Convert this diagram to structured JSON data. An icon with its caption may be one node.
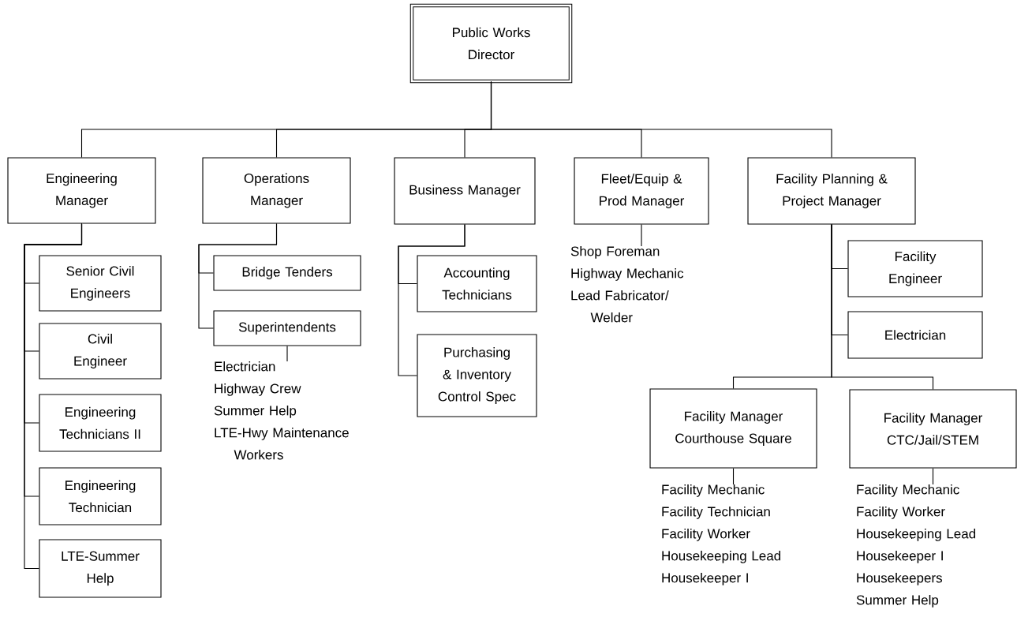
{
  "diagram": {
    "nodes": [
      {
        "text": [
          "Public Works Director"
        ]
      },
      {
        "text": [
          "Engineering Manager"
        ]
      },
      {
        "text": [
          "Operations Manager"
        ]
      },
      {
        "text": [
          "Business Manager"
        ]
      },
      {
        "text": [
          "Fleet/Equip & Prod Manager"
        ]
      },
      {
        "text": [
          "Facility Planning & Project Manager"
        ]
      },
      {
        "text": [
          "Senior Civil Engineers"
        ]
      },
      {
        "text": [
          "Civil Engineer"
        ]
      },
      {
        "text": [
          "Engineering Technicians II"
        ]
      },
      {
        "text": [
          "Engineering Technician"
        ]
      },
      {
        "text": [
          "LTE-Summer Help"
        ]
      },
      {
        "text": [
          "Bridge Tenders"
        ]
      },
      {
        "text": [
          "Superintendents"
        ]
      },
      {
        "text": [
          "Electrician",
          "Highway Crew",
          "Summer Help",
          "LTE-Hwy Maintenance Workers"
        ]
      },
      {
        "text": [
          "Accounting Technicians"
        ]
      },
      {
        "text": [
          "Purchasing & Inventory Control Spec"
        ]
      },
      {
        "text": [
          "Shop Foreman",
          "Highway Mechanic",
          "Lead Fabricator/ Welder"
        ]
      },
      {
        "text": [
          "Facility Engineer"
        ]
      },
      {
        "text": [
          "Electrician"
        ]
      },
      {
        "text": [
          "Facility Manager Courthouse Square"
        ]
      },
      {
        "text": [
          "Facility Manager CTC/Jail/STEM"
        ]
      },
      {
        "text": [
          "Facility Mechanic",
          "Facility Technician",
          "Facility Worker",
          "Housekeeping Lead",
          "Housekeeper I"
        ]
      },
      {
        "text": [
          "Facility Mechanic",
          "Facility Worker",
          "Housekeeping Lead",
          "Housekeeper I",
          "Housekeepers",
          "Summer Help"
        ]
      }
    ],
    "edges": [
      {
        "from": 0,
        "to": 1,
        "arrow": "none"
      },
      {
        "from": 0,
        "to": 2,
        "arrow": "none"
      },
      {
        "from": 0,
        "to": 3,
        "arrow": "none"
      },
      {
        "from": 0,
        "to": 4,
        "arrow": "none"
      },
      {
        "from": 0,
        "to": 5,
        "arrow": "none"
      },
      {
        "from": 1,
        "to": 6,
        "arrow": "none"
      },
      {
        "from": 1,
        "to": 7,
        "arrow": "none"
      },
      {
        "from": 1,
        "to": 8,
        "arrow": "none"
      },
      {
        "from": 1,
        "to": 9,
        "arrow": "none"
      },
      {
        "from": 1,
        "to": 10,
        "arrow": "none"
      },
      {
        "from": 2,
        "to": 11,
        "arrow": "none"
      },
      {
        "from": 2,
        "to": 12,
        "arrow": "none"
      },
      {
        "from": 12,
        "to": 13,
        "arrow": "none"
      },
      {
        "from": 3,
        "to": 14,
        "arrow": "none"
      },
      {
        "from": 3,
        "to": 15,
        "arrow": "none"
      },
      {
        "from": 4,
        "to": 16,
        "arrow": "none"
      },
      {
        "from": 5,
        "to": 17,
        "arrow": "none"
      },
      {
        "from": 5,
        "to": 18,
        "arrow": "none"
      },
      {
        "from": 5,
        "to": 19,
        "arrow": "none"
      },
      {
        "from": 5,
        "to": 20,
        "arrow": "none"
      },
      {
        "from": 19,
        "to": 21,
        "arrow": "none"
      },
      {
        "from": 20,
        "to": 22,
        "arrow": "none"
      }
    ]
  }
}
